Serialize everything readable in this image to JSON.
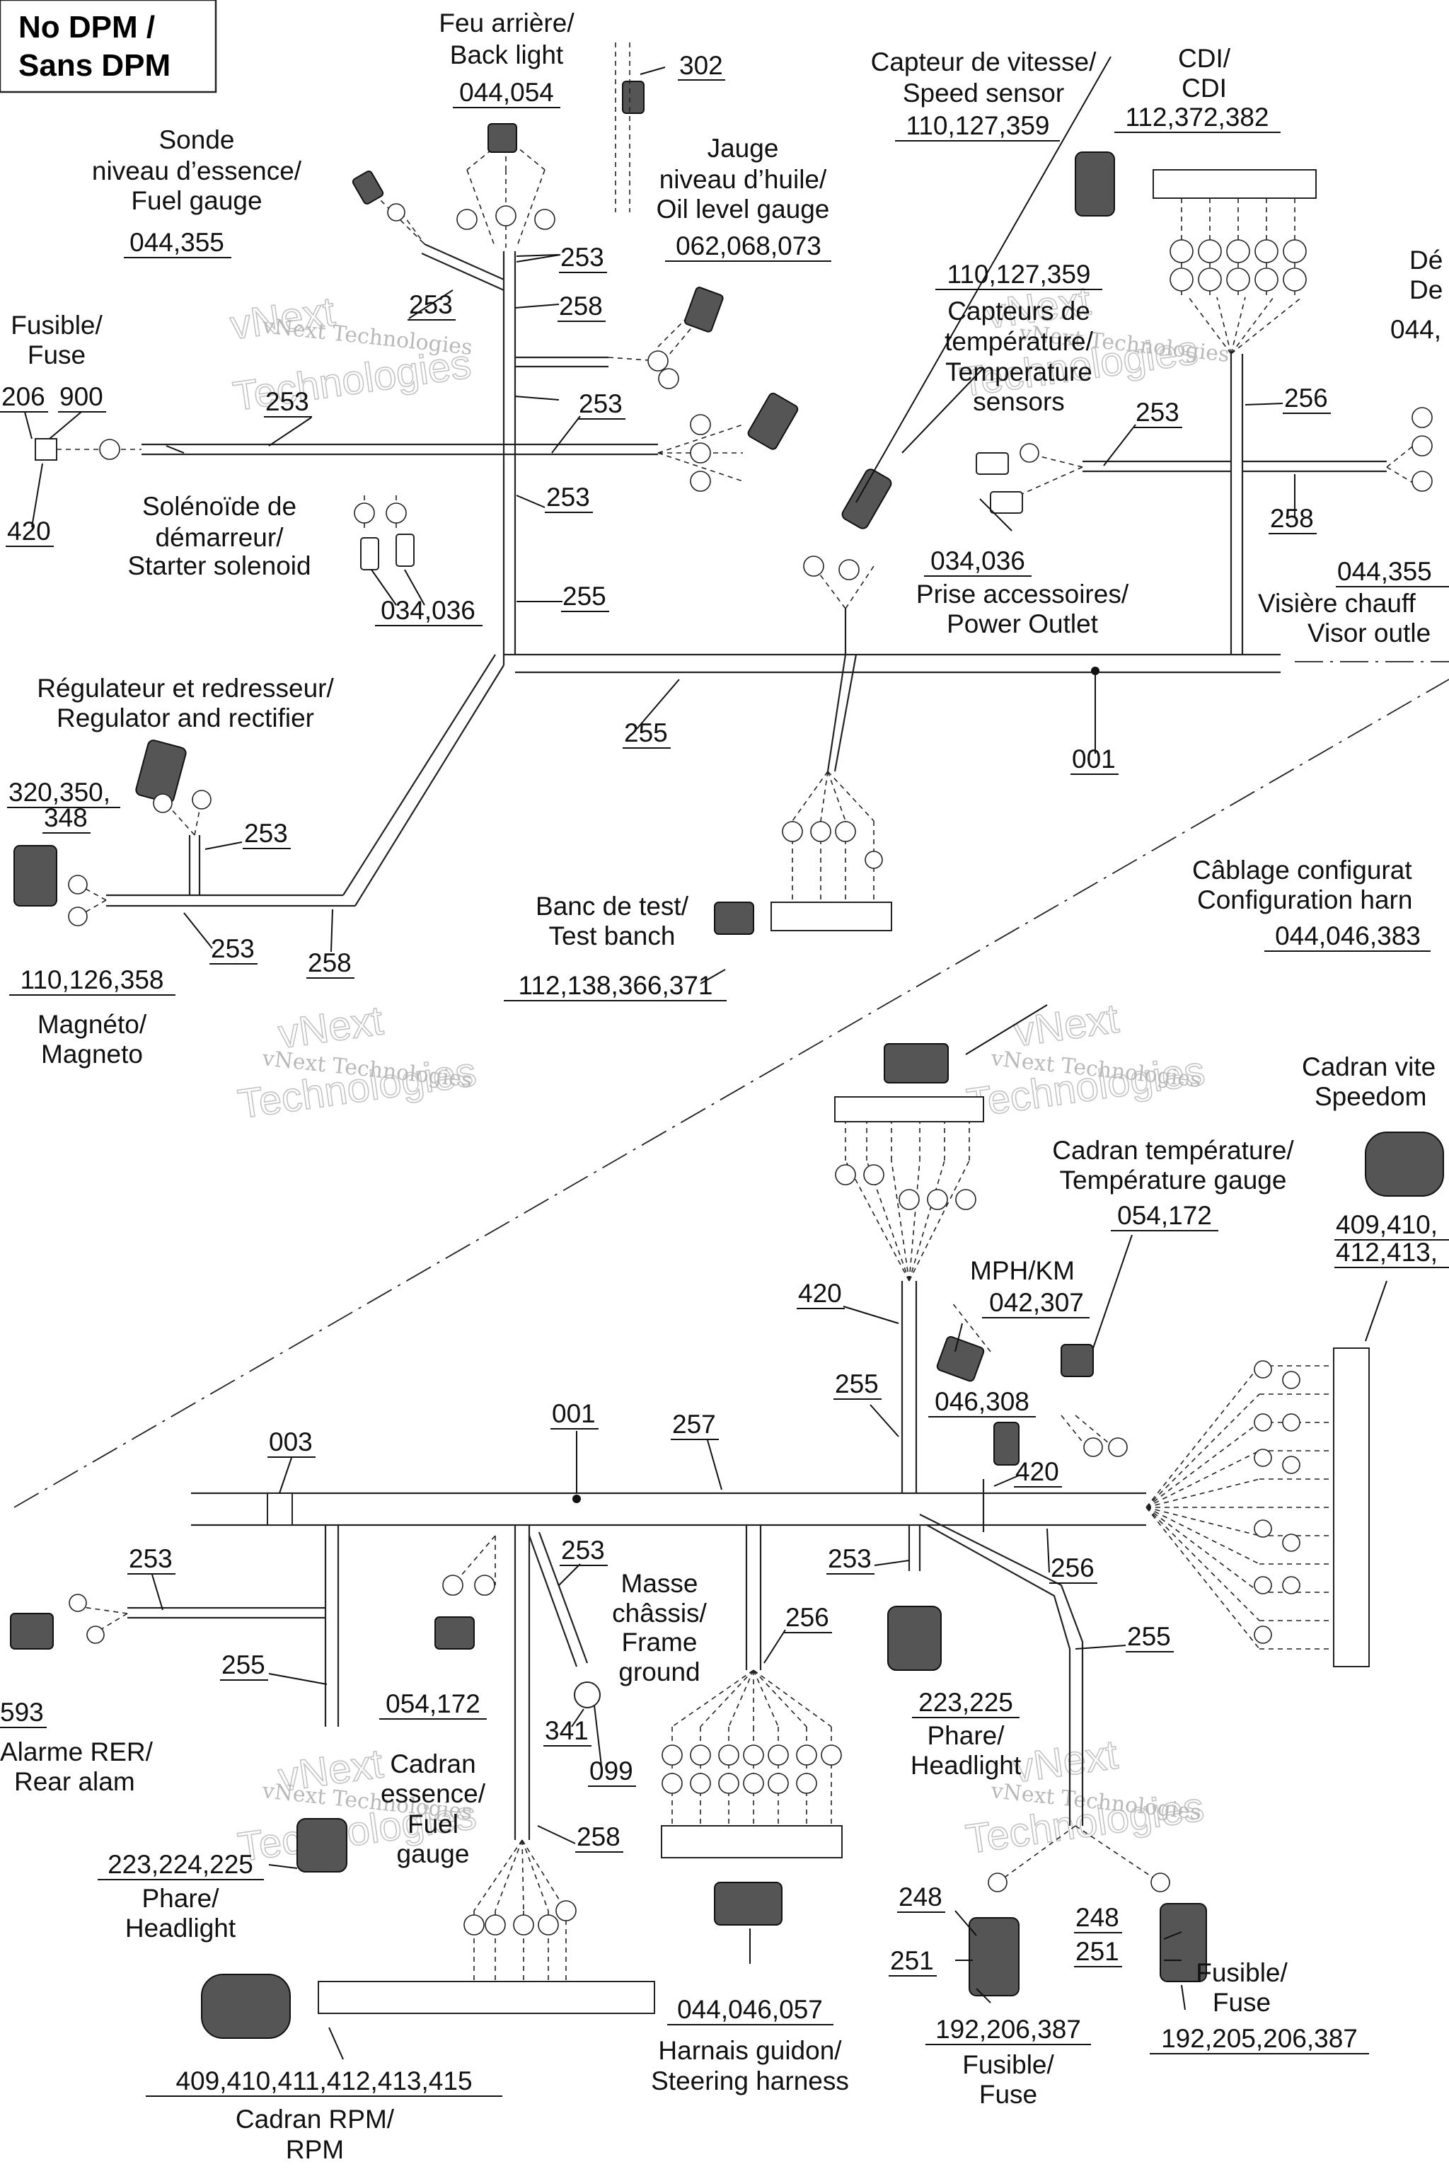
{
  "title_box": {
    "line1": "No DPM /",
    "line2": "Sans DPM"
  },
  "watermark": {
    "line1": "vNext Technologies",
    "line2": "vNext",
    "line3": "Technologies"
  },
  "components": {
    "back_light": {
      "fr": "Feu arrière/",
      "en": "Back light",
      "parts": "044,054"
    },
    "part_302": {
      "parts": "302"
    },
    "fuel_gauge_sensor": {
      "fr1": "Sonde",
      "fr2": "niveau d’essence/",
      "en": "Fuel gauge",
      "parts": "044,355"
    },
    "oil_level_gauge": {
      "fr1": "Jauge",
      "fr2": "niveau d’huile/",
      "en": "Oil level gauge",
      "parts": "062,068,073"
    },
    "speed_sensor": {
      "fr": "Capteur de vitesse/",
      "en": "Speed sensor",
      "parts": "110,127,359"
    },
    "cdi": {
      "fr": "CDI/",
      "en": "CDI",
      "parts": "112,372,382"
    },
    "defrost": {
      "fr": "Dé",
      "en": "De",
      "parts": "044,"
    },
    "fuse_top": {
      "fr": "Fusible/",
      "en": "Fuse",
      "parts_a": "206",
      "parts_b": "900",
      "parts_c": "420"
    },
    "temp_sensors": {
      "parts": "110,127,359",
      "fr1": "Capteurs de",
      "fr2": "température/",
      "en1": "Temperature",
      "en2": "sensors"
    },
    "starter_solenoid": {
      "fr1": "Solénoïde de",
      "fr2": "démarreur/",
      "en": "Starter solenoid",
      "parts": "034,036"
    },
    "power_outlet": {
      "parts": "034,036",
      "fr": "Prise accessoires/",
      "en": "Power Outlet"
    },
    "visor": {
      "parts": "044,355",
      "fr": "Visière chauff",
      "en": "Visor outle"
    },
    "regulator": {
      "fr": "Régulateur et redresseur/",
      "en": "Regulator and rectifier",
      "parts_a": "320,350,",
      "parts_b": "348"
    },
    "magneto": {
      "parts": "110,126,358",
      "fr": "Magnéto/",
      "en": "Magneto"
    },
    "test_bench": {
      "fr": "Banc de test/",
      "en": "Test banch",
      "parts": "112,138,366,371"
    },
    "config_harness": {
      "fr": "Câblage configurat",
      "en": "Configuration harn",
      "parts": "044,046,383"
    },
    "speedometer": {
      "fr": "Cadran vite",
      "en": "Speedom",
      "parts_a": "409,410,",
      "parts_b": "412,413,"
    },
    "temp_gauge": {
      "fr": "Cadran température/",
      "en": "Température gauge",
      "parts": "054,172"
    },
    "mph_km": {
      "label": "MPH/KM",
      "parts": "042,307"
    },
    "part_046_308": {
      "parts": "046,308"
    },
    "rear_alarm": {
      "parts": "593",
      "fr": "Alarme RER/",
      "en": "Rear alam"
    },
    "fuel_gauge_dial": {
      "parts": "054,172",
      "fr1": "Cadran",
      "fr2": "essence/",
      "en1": "Fuel",
      "en2": "gauge"
    },
    "frame_ground": {
      "fr1": "Masse",
      "fr2": "châssis/",
      "en1": "Frame",
      "en2": "ground",
      "parts_a": "341",
      "parts_b": "099"
    },
    "headlight_left": {
      "parts": "223,224,225",
      "fr": "Phare/",
      "en": "Headlight"
    },
    "headlight_right": {
      "parts": "223,225",
      "fr": "Phare/",
      "en": "Headlight"
    },
    "steering_harness": {
      "parts": "044,046,057",
      "fr": "Harnais guidon/",
      "en": "Steering harness"
    },
    "rpm": {
      "parts": "409,410,411,412,413,415",
      "fr": "Cadran RPM/",
      "en": "RPM"
    },
    "fuse_left": {
      "a": "248",
      "b": "251",
      "parts": "192,206,387",
      "fr": "Fusible/",
      "en": "Fuse"
    },
    "fuse_right": {
      "a": "248",
      "b": "251",
      "parts": "192,205,206,387",
      "fr": "Fusible/",
      "en": "Fuse"
    }
  },
  "harness_callouts": {
    "h253": "253",
    "h258": "258",
    "h255": "255",
    "h256": "256",
    "h257": "257",
    "h001": "001",
    "h003": "003",
    "h420": "420"
  }
}
